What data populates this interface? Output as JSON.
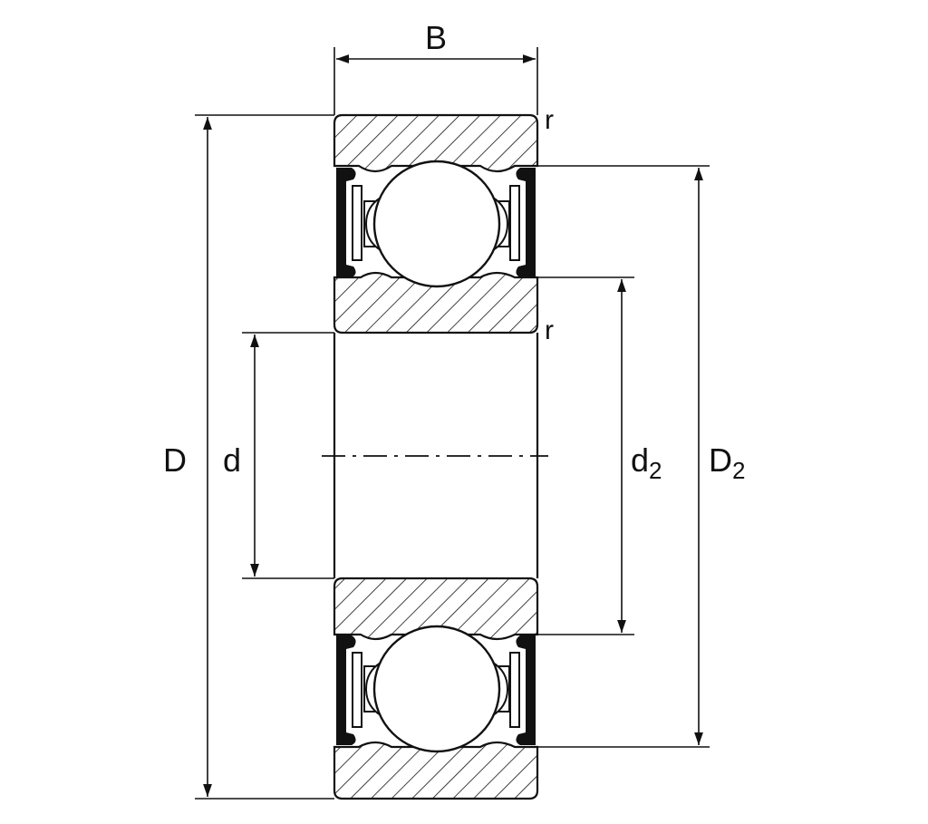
{
  "labels": {
    "B": "B",
    "D": "D",
    "d": "d",
    "d2_main": "d",
    "d2_sub": "2",
    "D2_main": "D",
    "D2_sub": "2",
    "r_top": "r",
    "r_bottom": "r"
  },
  "colors": {
    "line": "#111111",
    "background": "#ffffff"
  }
}
